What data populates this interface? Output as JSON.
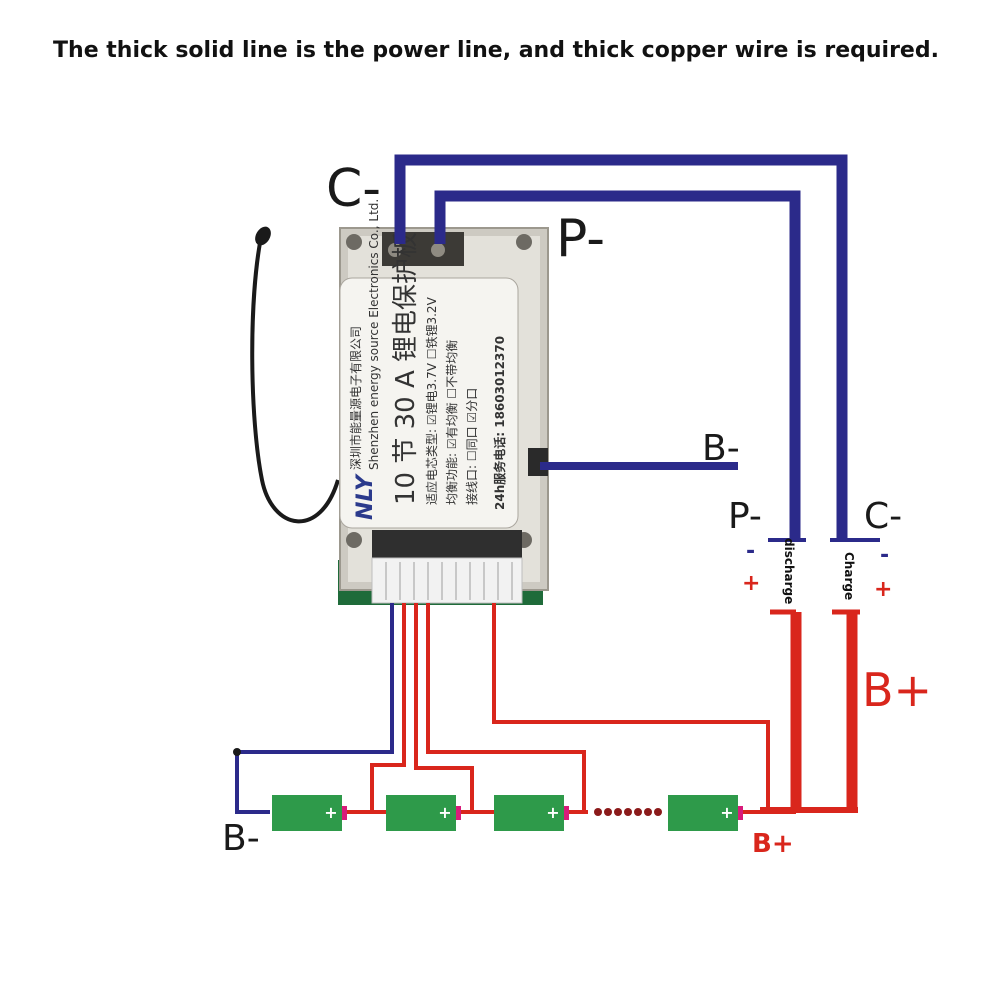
{
  "title": "The thick solid line is the power line, and thick copper wire is required.",
  "labels": {
    "c_minus_top": "C-",
    "p_minus_top": "P-",
    "b_minus_board": "B-",
    "p_minus_right": "P-",
    "c_minus_right": "C-",
    "discharge": "discharge",
    "charge": "Charge",
    "b_plus_big": "B+",
    "b_minus_bottom": "B-",
    "b_plus_bottom": "B+",
    "minus_sign": "-",
    "plus_sign": "+"
  },
  "board": {
    "brand": "NLY",
    "company": "深圳市能量源电子有限公司",
    "company_en": "Shenzhen energy source Electronics Co., Ltd.",
    "spec": "10 节 30 A 锂电保护板",
    "options_1": "适应电芯类型: ☑锂电3.7V ☐铁锂3.2V",
    "options_2": "均衡功能: ☑有均衡 ☐不带均衡",
    "options_3": "接线口: ☐同口 ☑分口",
    "hotline": "24h服务电话: 18603012370"
  },
  "battery_cell_mark": "+",
  "colors": {
    "power_blue": "#2b2a8a",
    "power_red": "#d9261c",
    "cell_green": "#2e9a4a",
    "cell_terminal": "#d81b7a"
  }
}
